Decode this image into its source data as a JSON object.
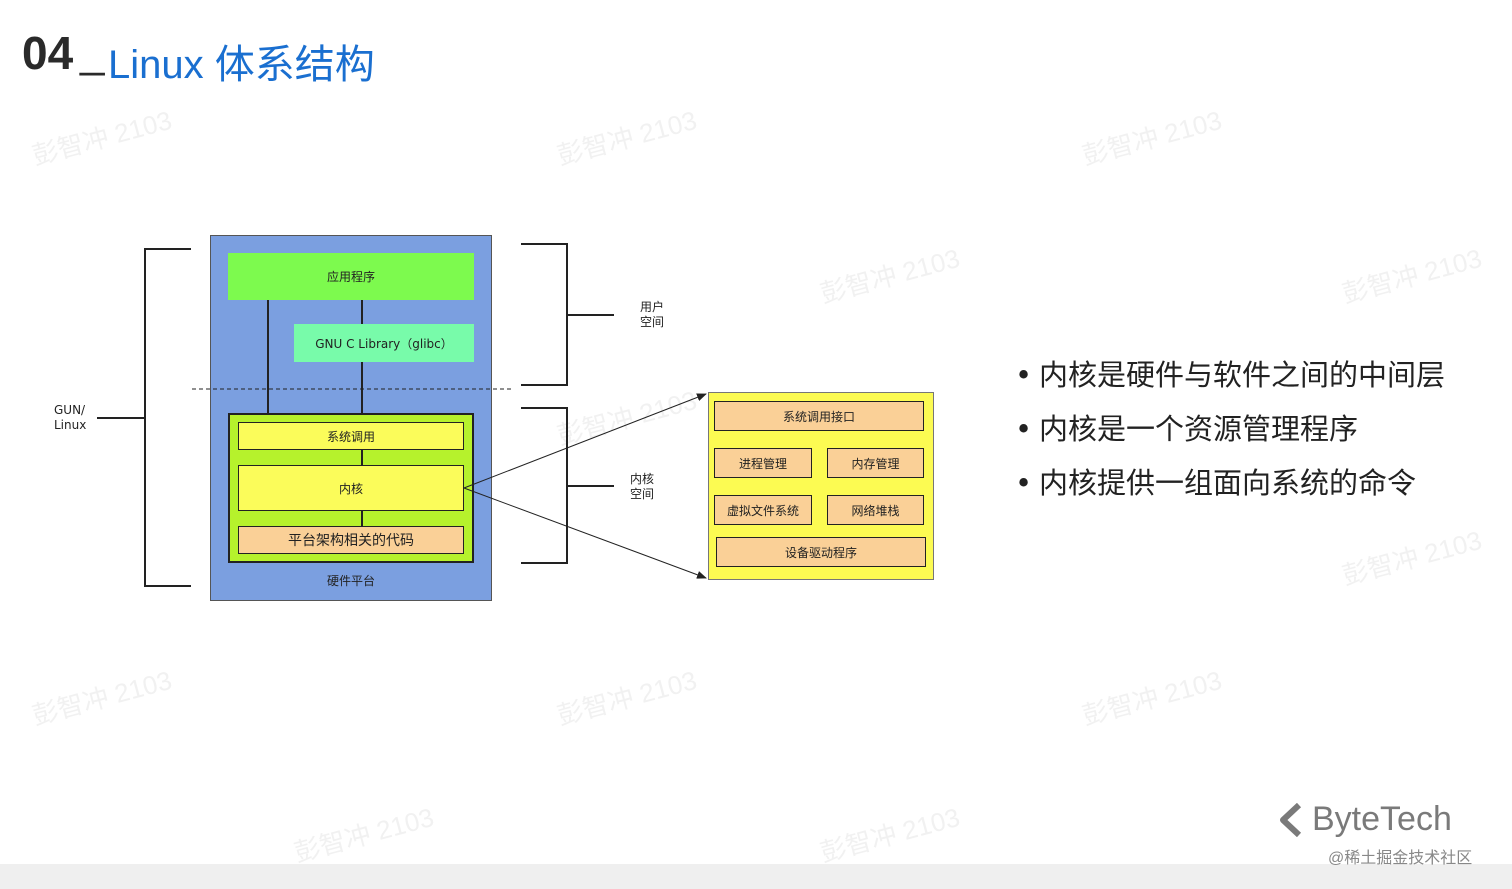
{
  "title": {
    "number": "04",
    "separator": "_",
    "text": "Linux 体系结构"
  },
  "watermark": "彭智冲 2103",
  "diagram": {
    "left_label": "GUN/\nLinux",
    "user_space_label": "用户\n空间",
    "kernel_space_label": "内核\n空间",
    "app_box": "应用程序",
    "glibc_box": "GNU C Library（glibc）",
    "syscall_box": "系统调用",
    "kernel_box": "内核",
    "arch_box": "平台架构相关的代码",
    "hardware_label": "硬件平台",
    "detail": {
      "syscall_iface": "系统调用接口",
      "process_mgmt": "进程管理",
      "memory_mgmt": "内存管理",
      "vfs": "虚拟文件系统",
      "net_stack": "网络堆栈",
      "drivers": "设备驱动程序"
    }
  },
  "bullets": [
    "内核是硬件与软件之间的中间层",
    "内核是一个资源管理程序",
    "内核提供一组面向系统的命令"
  ],
  "brand": "ByteTech",
  "credit": "@稀土掘金技术社区",
  "colors": {
    "title_blue": "#1a6fd0",
    "outer_blue": "#7b9fe0",
    "green": "#7dfa4e",
    "mint": "#78fbaa",
    "lime": "#b6f22c",
    "yellow": "#fbfc5a",
    "orange": "#fad097",
    "detail_yellow": "#fcfb52"
  }
}
